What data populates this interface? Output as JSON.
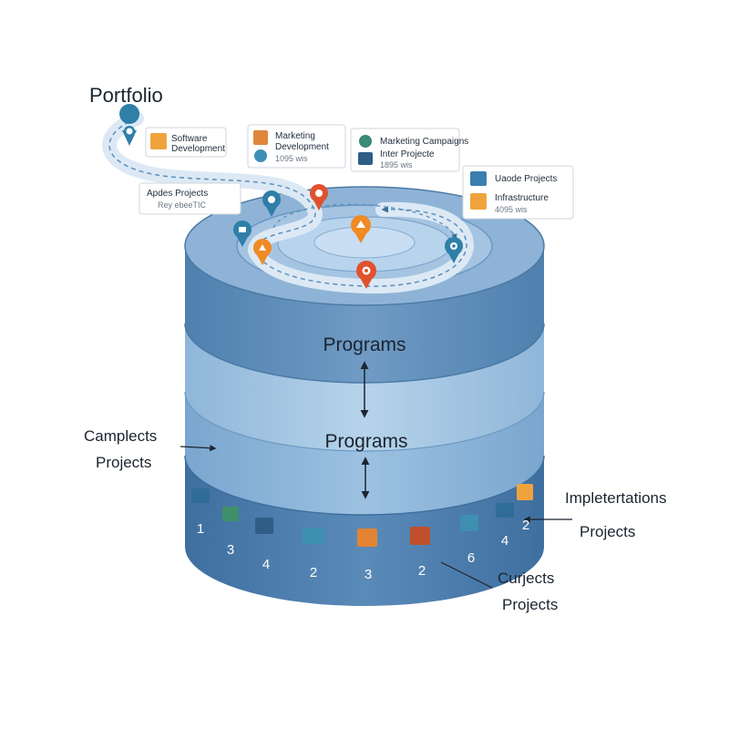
{
  "title": "Portfolio",
  "cards": [
    {
      "line1": "Software",
      "line2": "Development",
      "line3": ""
    },
    {
      "line1": "Marketing",
      "line2": "Development",
      "line3": "1095 wis"
    },
    {
      "line1": "Marketing Campaigns",
      "line2": "Inter Projecte",
      "line3": "1895 wis"
    },
    {
      "line1": "Apdes Projects",
      "line2": "Rey ebeeTIC",
      "line3": ""
    },
    {
      "line1": "Uaode Projects",
      "line2": "Infrastructure",
      "line3": "4095 wis"
    }
  ],
  "layers": {
    "programs_upper": "Programs",
    "programs_lower": "Programs"
  },
  "side_labels": {
    "left_line1": "Camplects",
    "left_line2": "Projects",
    "right_line1": "Impletertations",
    "right_line2": "Projects",
    "bottom_line1": "Curjects",
    "bottom_line2": "Projects"
  },
  "project_numbers": [
    "1",
    "3",
    "4",
    "2",
    "3",
    "2",
    "6",
    "4",
    "2"
  ],
  "colors": {
    "cylinder_top": "#7fa6c9",
    "cylinder_band_dark": "#5c8bb8",
    "cylinder_band_light": "#a9c8e4",
    "cylinder_bottom": "#4f7fae",
    "marker_blue": "#2f7fa8",
    "marker_orange": "#f08a24",
    "marker_red": "#e0522d"
  }
}
